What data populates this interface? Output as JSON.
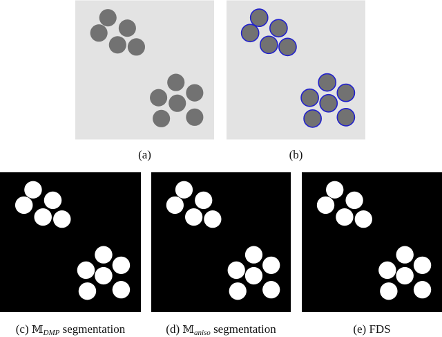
{
  "figure": {
    "panels": [
      {
        "id": "a",
        "caption_prefix": "",
        "caption_math": "",
        "caption_sub": "",
        "caption_suffix": "(a)",
        "style": "gray"
      },
      {
        "id": "b",
        "caption_prefix": "",
        "caption_math": "",
        "caption_sub": "",
        "caption_suffix": "(b)",
        "style": "gray-contour"
      },
      {
        "id": "c",
        "caption_prefix": "(c) ",
        "caption_math": "𝕄",
        "caption_sub": "DMP",
        "caption_suffix": " segmentation",
        "style": "binary"
      },
      {
        "id": "d",
        "caption_prefix": "(d) ",
        "caption_math": "𝕄",
        "caption_sub": "aniso",
        "caption_suffix": " segmentation",
        "style": "binary"
      },
      {
        "id": "e",
        "caption_prefix": "",
        "caption_math": "",
        "caption_sub": "",
        "caption_suffix": "(e) FDS",
        "style": "binary"
      }
    ],
    "colors": {
      "gray_background": "#e3e3e3",
      "gray_disk": "#727272",
      "contour": "#2222cc",
      "binary_background": "#000000",
      "binary_disk": "#ffffff"
    }
  }
}
